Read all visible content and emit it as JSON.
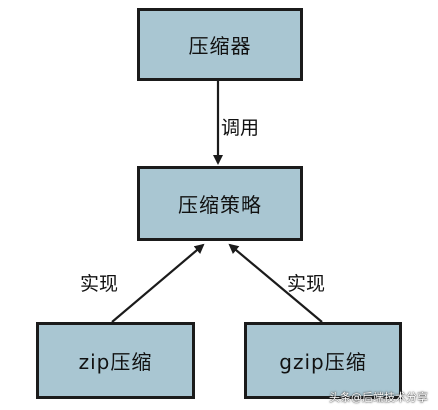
{
  "diagram": {
    "nodes": {
      "compressor": "压缩器",
      "strategy": "压缩策略",
      "zip": "zip压缩",
      "gzip": "gzip压缩"
    },
    "edges": [
      {
        "from": "compressor",
        "to": "strategy",
        "label": "调用"
      },
      {
        "from": "zip",
        "to": "strategy",
        "label": "实现"
      },
      {
        "from": "gzip",
        "to": "strategy",
        "label": "实现"
      }
    ],
    "colors": {
      "box_fill": "#a9c6d2",
      "box_border": "#1b1b1b",
      "arrow": "#1b1b1b"
    }
  },
  "watermark": "头条@后端技术分享"
}
